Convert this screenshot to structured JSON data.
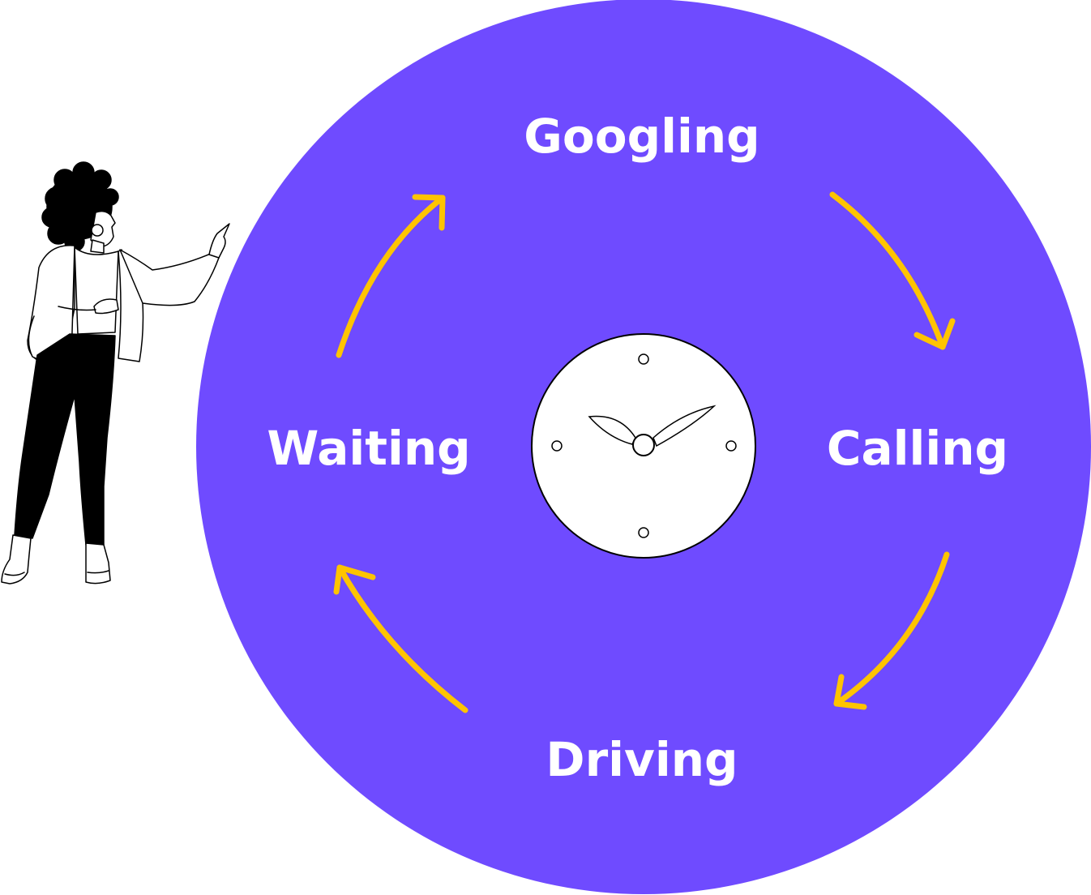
{
  "cycle": {
    "steps": [
      {
        "label": "Googling"
      },
      {
        "label": "Calling"
      },
      {
        "label": "Driving"
      },
      {
        "label": "Waiting"
      }
    ]
  },
  "colors": {
    "circle": "#6f4bff",
    "arrow": "#ffc400",
    "label": "#ffffff",
    "clock_face": "#ffffff",
    "outline": "#000000"
  },
  "icons": {
    "center": "clock-icon",
    "figure": "person-pointing-illustration"
  }
}
